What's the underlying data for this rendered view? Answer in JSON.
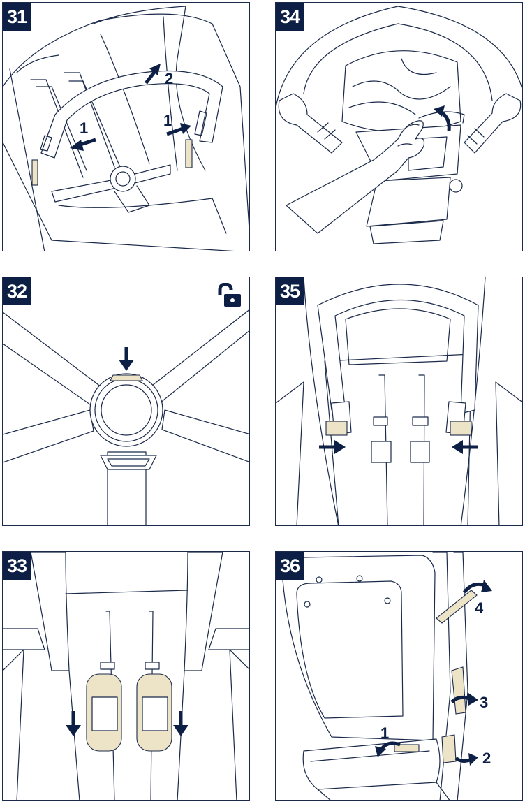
{
  "colors": {
    "badge": "#0d1f45",
    "line": "#1b2a4a",
    "highlight": "#ede3c6"
  },
  "panels": [
    {
      "step": "31",
      "labels": [
        "1",
        "1",
        "2"
      ]
    },
    {
      "step": "34",
      "labels": []
    },
    {
      "step": "32",
      "labels": [],
      "icon": "unlock-icon"
    },
    {
      "step": "35",
      "labels": []
    },
    {
      "step": "33",
      "labels": []
    },
    {
      "step": "36",
      "labels": [
        "1",
        "2",
        "3",
        "4"
      ]
    }
  ]
}
